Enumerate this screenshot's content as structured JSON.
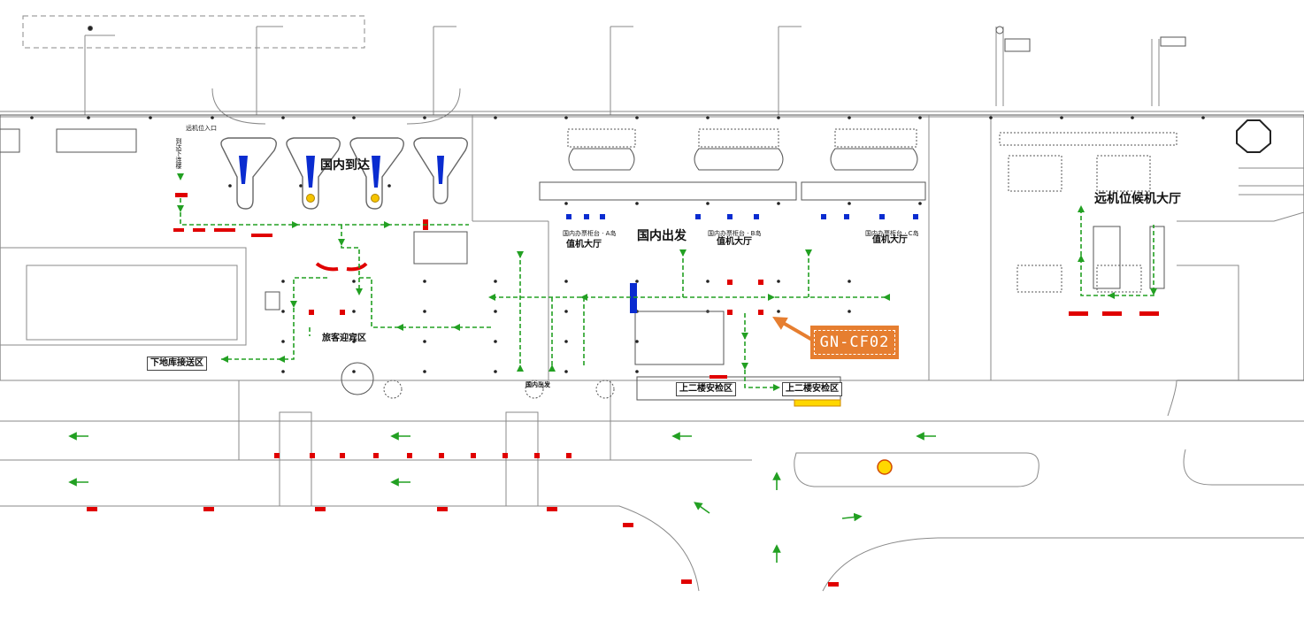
{
  "labels": {
    "domestic_arrival": "国内到达",
    "domestic_departure": "国内出发",
    "remote_waiting_hall": "远机位候机大厅",
    "counter_a_line1": "国内办票柜台 · A岛",
    "counter_a_line2": "值机大厅",
    "counter_b_line1": "国内办票柜台 · B岛",
    "counter_b_line2": "值机大厅",
    "counter_c_line1": "国内办票柜台 · C岛",
    "counter_c_line2": "值机大厅",
    "greeting_area": "旅客迎宾区",
    "underground_pickup": "下地库接送区",
    "domestic_departure_small": "国内出发",
    "security_upstairs_1": "上二楼安检区",
    "security_upstairs_2": "上二楼安检区",
    "remote_stand_entrance": "远机位入口",
    "arrival_down_stairs": "到达下连楼"
  },
  "marker": {
    "code": "GN-CF02"
  },
  "colors": {
    "route": "#22A022",
    "marker": "#E67E30",
    "red_block": "#E00000",
    "blue_block": "#0A2CD0",
    "yellow": "#FFD700",
    "linework": "#808080"
  }
}
